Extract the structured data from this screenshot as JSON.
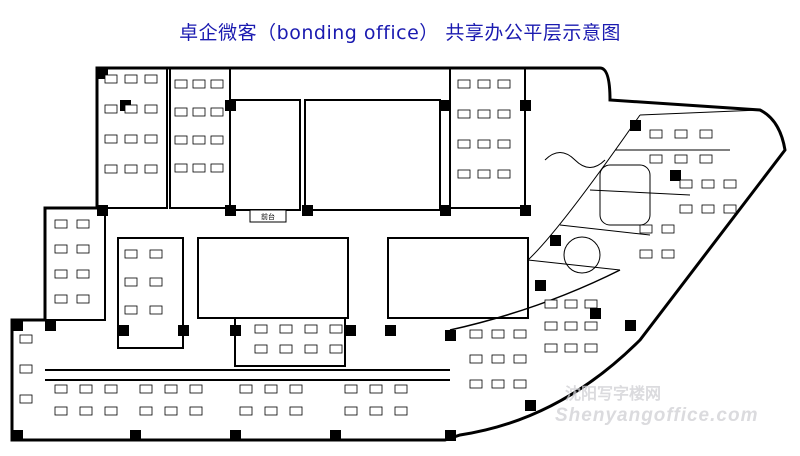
{
  "title": "卓企微客（bonding office） 共享办公平层示意图",
  "room_label": "前台",
  "watermark": {
    "line1": "沈阳写字楼网",
    "line2": "Shenyangoffice.com"
  },
  "colors": {
    "title": "#1a1ab0",
    "walls": "#000000",
    "watermark": "#cfcfd4"
  }
}
